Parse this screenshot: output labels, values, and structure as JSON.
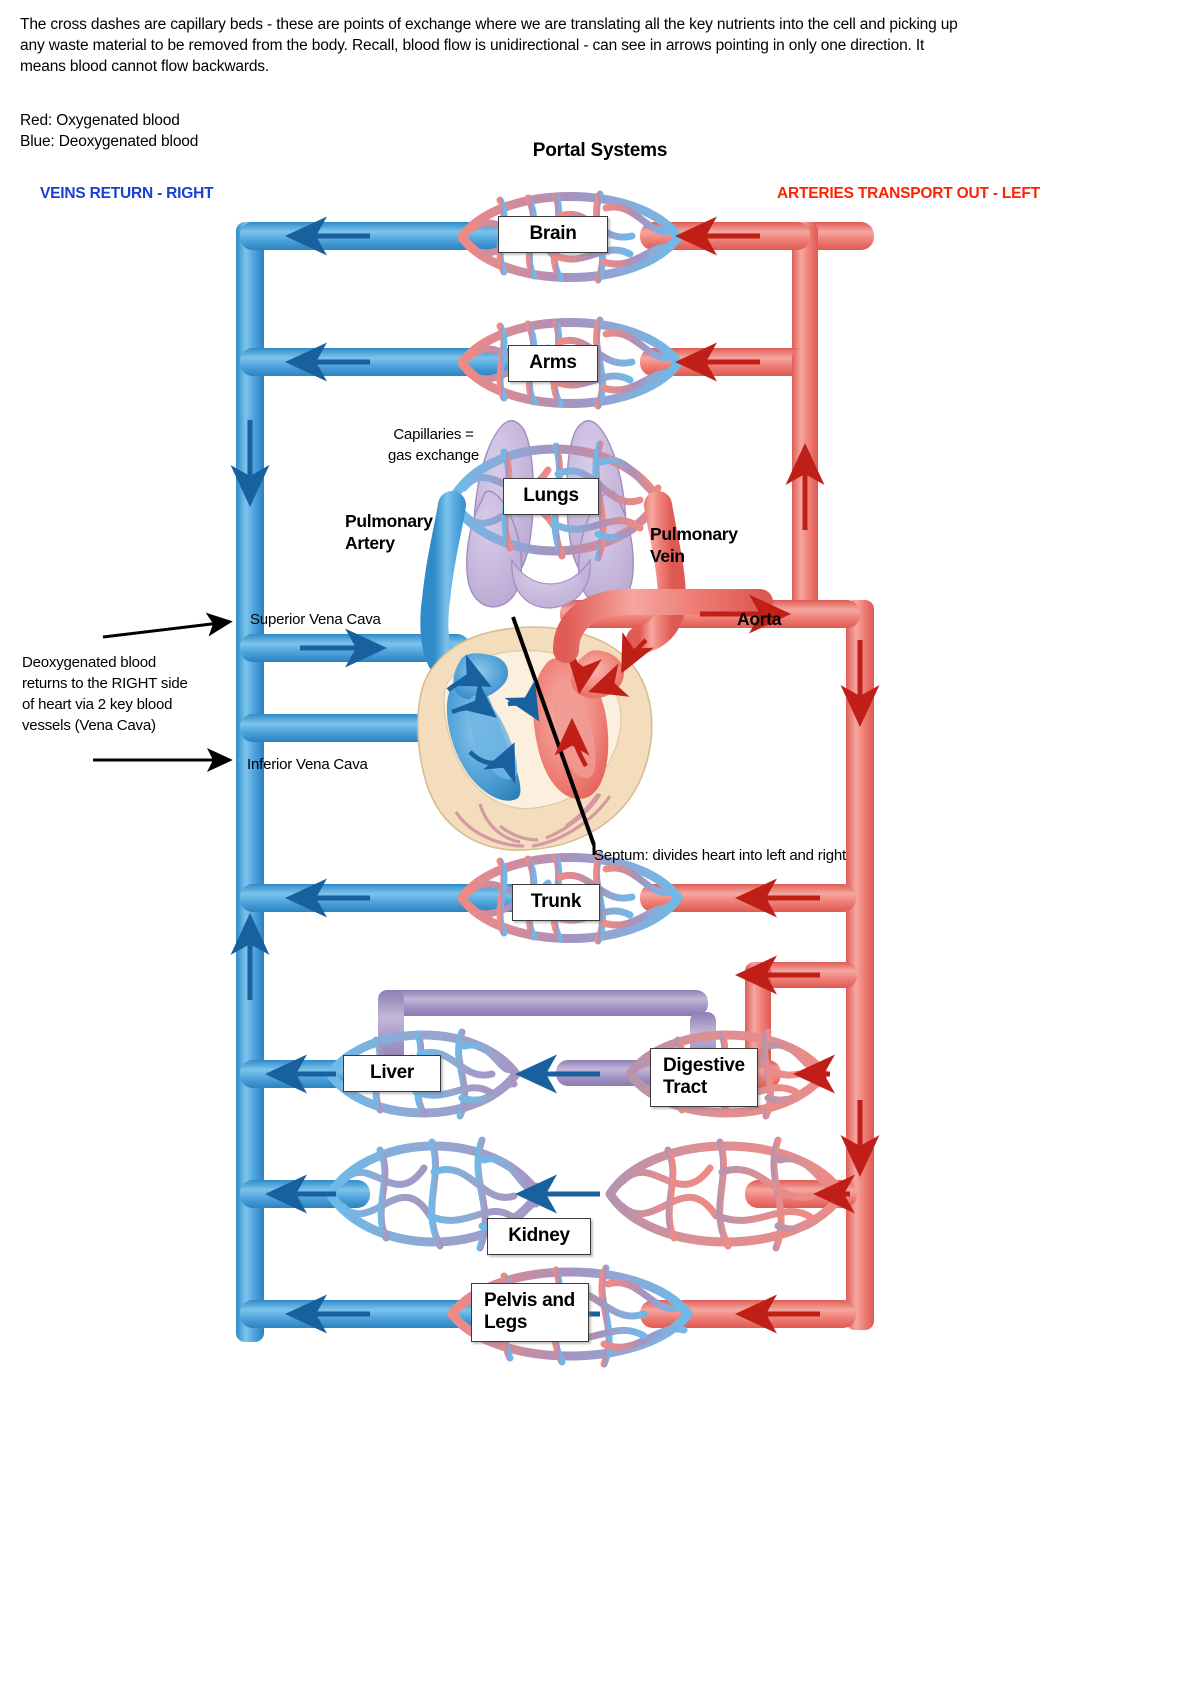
{
  "intro": {
    "line1": "The cross dashes are capillary beds - these are points of exchange where we are translating all the key nutrients into the cell and picking up",
    "line2": "any waste material to be removed from the body. Recall, blood flow is unidirectional - can see in arrows pointing in only one direction. It",
    "line3": "means blood cannot flow backwards."
  },
  "legend": {
    "red": "Red: Oxygenated blood",
    "blue": "Blue: Deoxygenated blood"
  },
  "title": "Portal Systems",
  "side_labels": {
    "veins": "VEINS RETURN - RIGHT",
    "arteries": "ARTERIES TRANSPORT OUT - LEFT"
  },
  "colors": {
    "artery_red": "#ef6d6d",
    "artery_red_dark": "#d9342c",
    "vein_blue": "#5aa9e0",
    "vein_blue_dark": "#1b63a5",
    "capillary_purple": "#9f8fc0",
    "lung_lavender": "#c3b4d8",
    "heart_tan": "#f3ddbc",
    "veins_text": "#1a3fd4",
    "arteries_text": "#ff2200"
  },
  "organs": [
    {
      "id": "brain",
      "label": "Brain"
    },
    {
      "id": "arms",
      "label": "Arms"
    },
    {
      "id": "lungs",
      "label": "Lungs"
    },
    {
      "id": "trunk",
      "label": "Trunk"
    },
    {
      "id": "liver",
      "label": "Liver"
    },
    {
      "id": "digestive",
      "label": "Digestive\nTract"
    },
    {
      "id": "kidney",
      "label": "Kidney"
    },
    {
      "id": "pelvis",
      "label": "Pelvis and\nLegs"
    }
  ],
  "vessel_labels": {
    "pulmonary_artery": "Pulmonary\nArtery",
    "pulmonary_vein": "Pulmonary\nVein",
    "aorta": "Aorta",
    "superior_vena_cava": "Superior Vena Cava",
    "inferior_vena_cava": "Inferior Vena Cava"
  },
  "notes": {
    "capillaries": "Capillaries =\ngas exchange",
    "deoxy": "Deoxygenated blood\nreturns to the RIGHT side\nof heart via 2 key blood\nvessels (Vena Cava)",
    "septum": "Septum: divides heart into left and right"
  }
}
